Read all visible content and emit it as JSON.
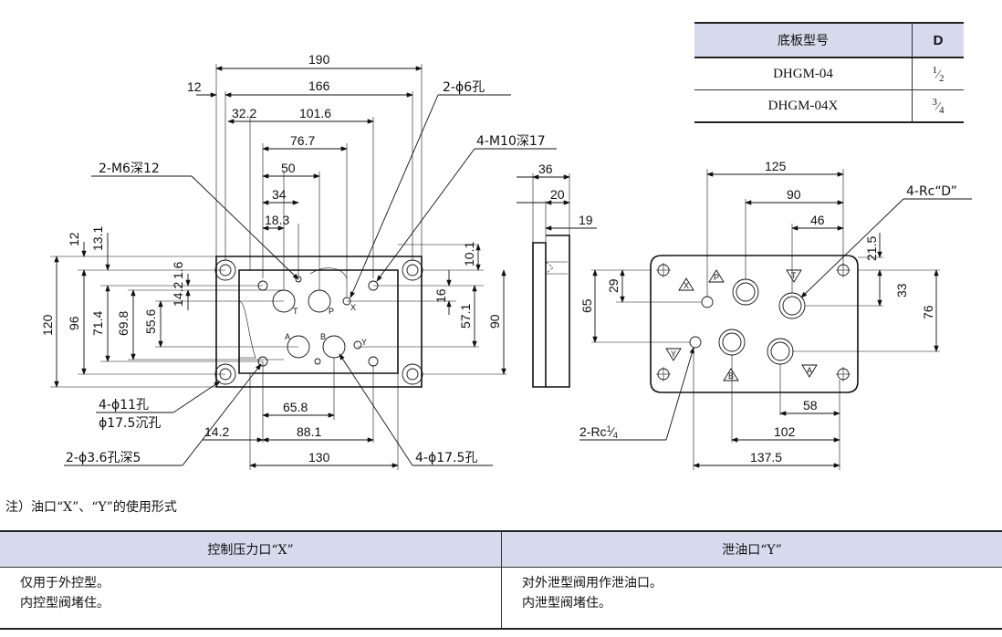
{
  "spec_table": {
    "header": {
      "col1": "底板型号",
      "col2": "D"
    },
    "rows": [
      {
        "model": "DHGM-04",
        "d_num": "1",
        "d_den": "2"
      },
      {
        "model": "DHGM-04X",
        "d_num": "3",
        "d_den": "4"
      }
    ]
  },
  "front_view": {
    "dims_top": [
      "190",
      "12",
      "166",
      "32.2",
      "101.6",
      "76.7",
      "50",
      "34",
      "18.3"
    ],
    "dims_left": [
      "120",
      "96",
      "71.4",
      "69.8",
      "55.6",
      "12",
      "13.1",
      "1.6",
      "14.2"
    ],
    "dims_right": [
      "10.1",
      "16",
      "57.1",
      "90"
    ],
    "dims_bottom": [
      "65.8",
      "14.2",
      "88.1",
      "130"
    ],
    "callouts": {
      "m6": "2-M6深12",
      "phi6": "2-ϕ6孔",
      "m10": "4-M10深17",
      "phi11_a": "4-ϕ11孔",
      "phi11_b": "ϕ17.5沉孔",
      "phi36": "2-ϕ3.6孔深5",
      "phi175": "4-ϕ17.5孔"
    },
    "port_labels": {
      "T": "T",
      "P": "P",
      "X": "X",
      "A": "A",
      "B": "B",
      "Y": "Y"
    }
  },
  "side_view": {
    "dims": [
      "36",
      "20",
      "19"
    ]
  },
  "bottom_view": {
    "dims_top": [
      "125",
      "90",
      "46"
    ],
    "dims_right": [
      "21.5",
      "33",
      "76"
    ],
    "dims_left": [
      "29",
      "65"
    ],
    "dims_bottom": [
      "58",
      "102",
      "137.5"
    ],
    "callout_rc_d": "4-Rc“D”",
    "callout_rc_prefix": "2-Rc",
    "callout_rc_num": "1",
    "callout_rc_den": "4",
    "port_labels": {
      "X": "X",
      "P": "P",
      "T": "T",
      "Y": "Y",
      "B": "B",
      "A": "A"
    }
  },
  "note": "注）油口“X”、“Y”的使用形式",
  "usage_table": {
    "headers": [
      "控制压力口“X”",
      "泄油口“Y”"
    ],
    "col1_lines": [
      "仅用于外控型。",
      "内控型阀堵住。"
    ],
    "col2_lines": [
      "对外泄型阀用作泄油口。",
      "内泄型阀堵住。"
    ]
  }
}
